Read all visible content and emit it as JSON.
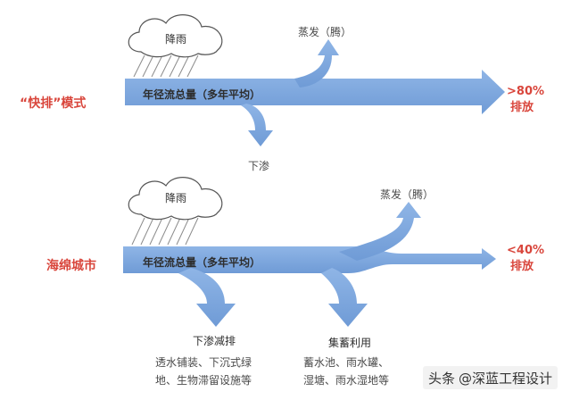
{
  "fast_drain": {
    "mode_label": "“快排”模式",
    "cloud_label": "降雨",
    "flow_label": "年径流总量（多年平均）",
    "evaporation_label": "蒸发（腾）",
    "infiltration_label": "下渗",
    "outflow_percent": ">80%",
    "outflow_label": "排放"
  },
  "sponge_city": {
    "mode_label": "海绵城市",
    "cloud_label": "降雨",
    "flow_label": "年径流总量（多年平均）",
    "evaporation_label": "蒸发（腾）",
    "outflow_percent": "<40%",
    "outflow_label": "排放",
    "infiltration_title": "下渗减排",
    "infiltration_line1": "透水铺装、下沉式绿",
    "infiltration_line2": "地、生物滞留设施等",
    "reuse_title": "集蓄利用",
    "reuse_line1": "蓄水池、雨水罐、",
    "reuse_line2": "湿塘、雨水湿地等"
  },
  "watermark": {
    "prefix": "头条",
    "author": "@深蓝工程设计"
  },
  "colors": {
    "flow_blue": "#7da7de",
    "label_red": "#d9463c",
    "cloud_stroke": "#555555"
  }
}
